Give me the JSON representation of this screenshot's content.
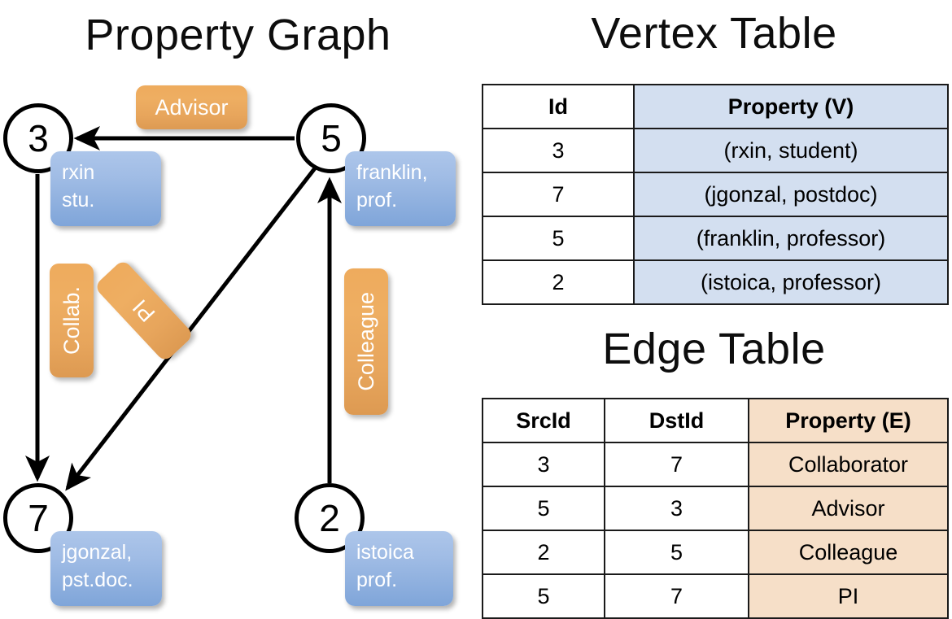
{
  "panels": {
    "graph_title": "Property Graph",
    "vertex_title": "Vertex Table",
    "edge_title": "Edge Table"
  },
  "graph": {
    "nodes": [
      {
        "id": "3",
        "property_line1": "rxin",
        "property_line2": "stu."
      },
      {
        "id": "5",
        "property_line1": "franklin,",
        "property_line2": "prof."
      },
      {
        "id": "7",
        "property_line1": "jgonzal,",
        "property_line2": "pst.doc."
      },
      {
        "id": "2",
        "property_line1": "istoica",
        "property_line2": "prof."
      }
    ],
    "edge_labels": {
      "advisor": "Advisor",
      "collab": "Collab.",
      "pi": "PI",
      "colleague": "Colleague"
    }
  },
  "vertex_table": {
    "headers": [
      "Id",
      "Property (V)"
    ],
    "rows": [
      {
        "id": "3",
        "property": "(rxin, student)"
      },
      {
        "id": "7",
        "property": "(jgonzal, postdoc)"
      },
      {
        "id": "5",
        "property": "(franklin, professor)"
      },
      {
        "id": "2",
        "property": "(istoica, professor)"
      }
    ]
  },
  "edge_table": {
    "headers": [
      "SrcId",
      "DstId",
      "Property (E)"
    ],
    "rows": [
      {
        "src": "3",
        "dst": "7",
        "property": "Collaborator"
      },
      {
        "src": "5",
        "dst": "3",
        "property": "Advisor"
      },
      {
        "src": "2",
        "dst": "5",
        "property": "Colleague"
      },
      {
        "src": "5",
        "dst": "7",
        "property": "PI"
      }
    ]
  },
  "colors": {
    "node_stroke": "#000000",
    "vertex_property_fill": "#d3dff0",
    "edge_property_fill": "#f6dfc8",
    "blue_box": "#8fb0e0",
    "orange_box": "#e8a85c",
    "background": "#ffffff"
  }
}
